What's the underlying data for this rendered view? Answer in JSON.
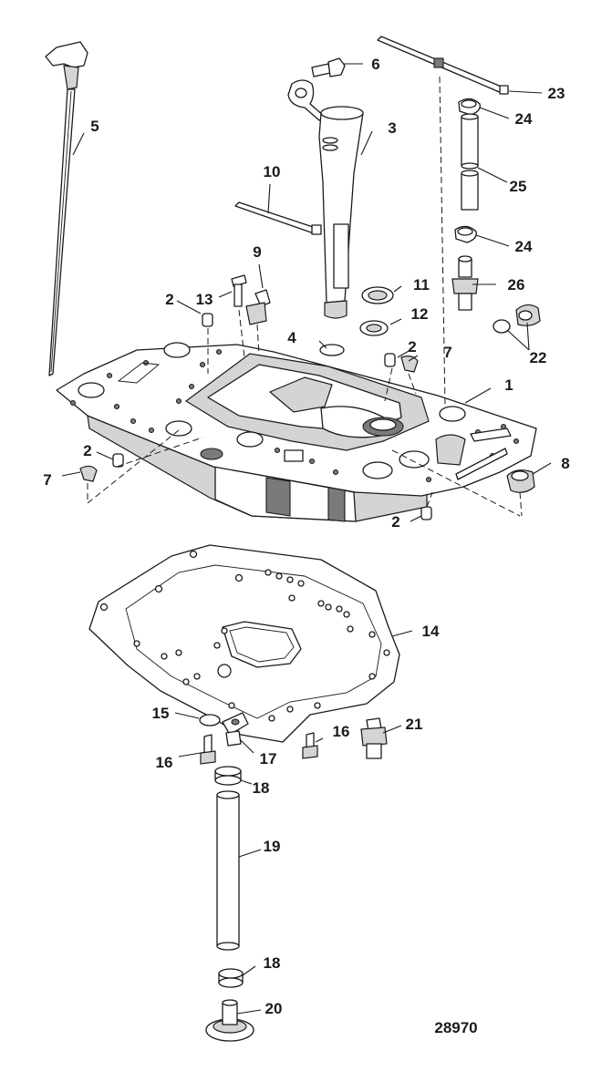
{
  "figure": {
    "document_number": "28970",
    "callouts": {
      "c1": "1",
      "c2a": "2",
      "c2b": "2",
      "c2c": "2",
      "c2d": "2",
      "c3": "3",
      "c4": "4",
      "c5": "5",
      "c6": "6",
      "c7a": "7",
      "c7b": "7",
      "c8": "8",
      "c9": "9",
      "c10": "10",
      "c11": "11",
      "c12": "12",
      "c13": "13",
      "c14": "14",
      "c15": "15",
      "c16a": "16",
      "c16b": "16",
      "c17": "17",
      "c18a": "18",
      "c18b": "18",
      "c19": "19",
      "c20": "20",
      "c21": "21",
      "c22": "22",
      "c23": "23",
      "c24a": "24",
      "c24b": "24",
      "c25": "25",
      "c26": "26"
    }
  }
}
